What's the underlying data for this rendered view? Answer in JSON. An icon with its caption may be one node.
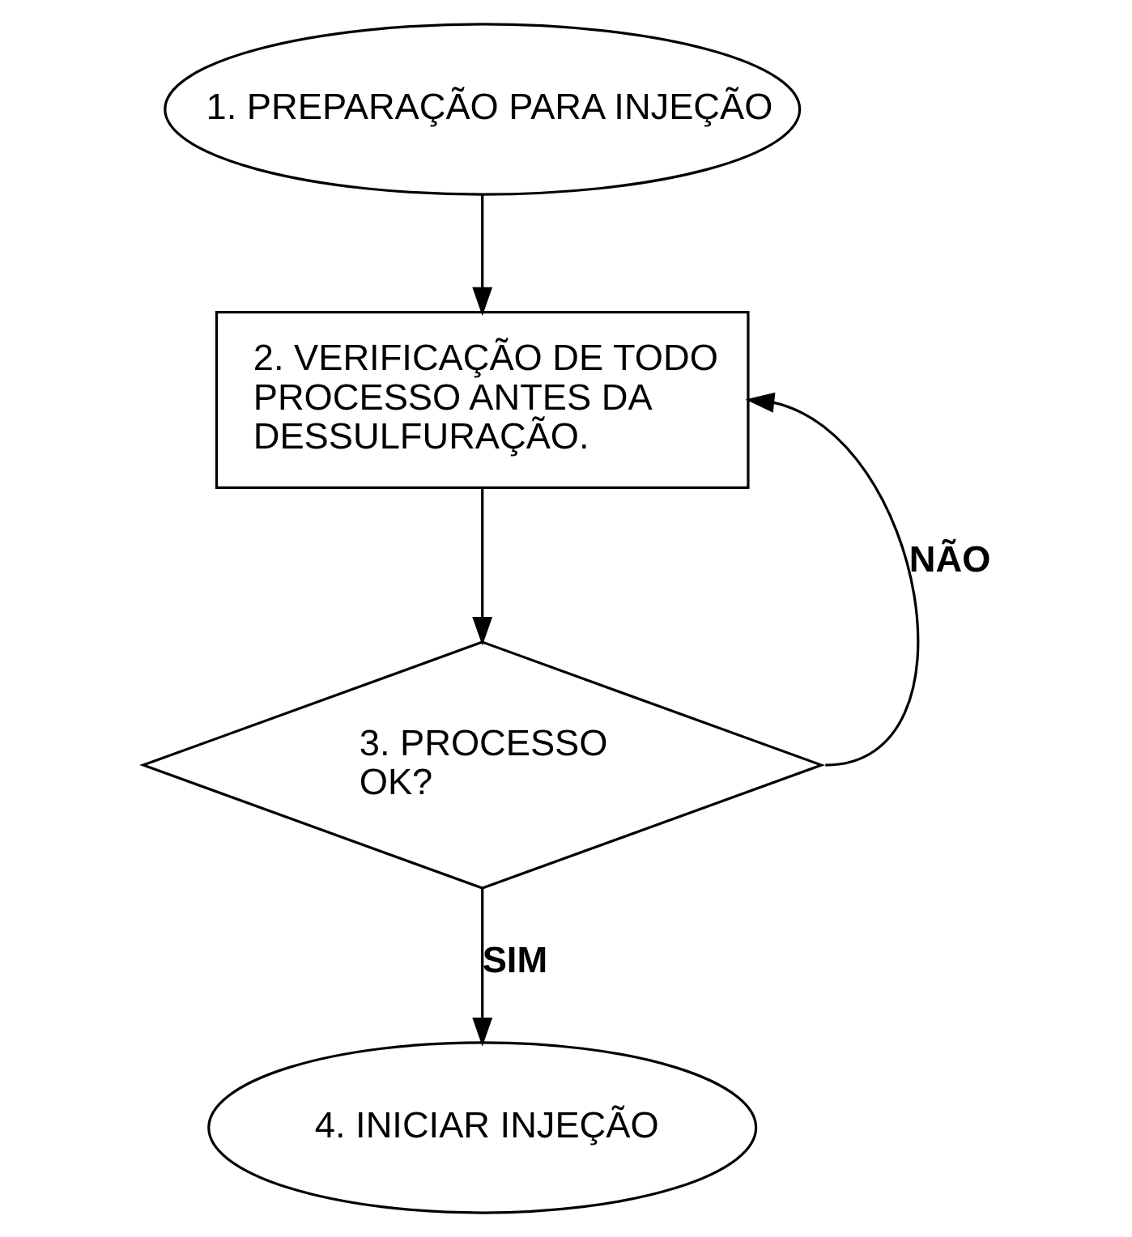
{
  "diagram": {
    "nodes": [
      {
        "text": [
          "1. PREPARAÇÃO PARA INJEÇÃO"
        ]
      },
      {
        "text": [
          "2. VERIFICAÇÃO DE TODO PROCESSO ANTES DA DESSULFURAÇÃO."
        ]
      },
      {
        "text": [
          "3. PROCESSO OK?"
        ]
      },
      {
        "text": [
          "4. INICIAR INJEÇÃO"
        ]
      }
    ],
    "edges": [
      {
        "from": 0,
        "to": 1,
        "arrow": "to"
      },
      {
        "from": 1,
        "to": 2,
        "arrow": "to"
      },
      {
        "from": 2,
        "to": 1,
        "arrow": "to",
        "label": "NÃO"
      },
      {
        "from": 2,
        "to": 3,
        "arrow": "to",
        "label": "SIM"
      }
    ]
  }
}
